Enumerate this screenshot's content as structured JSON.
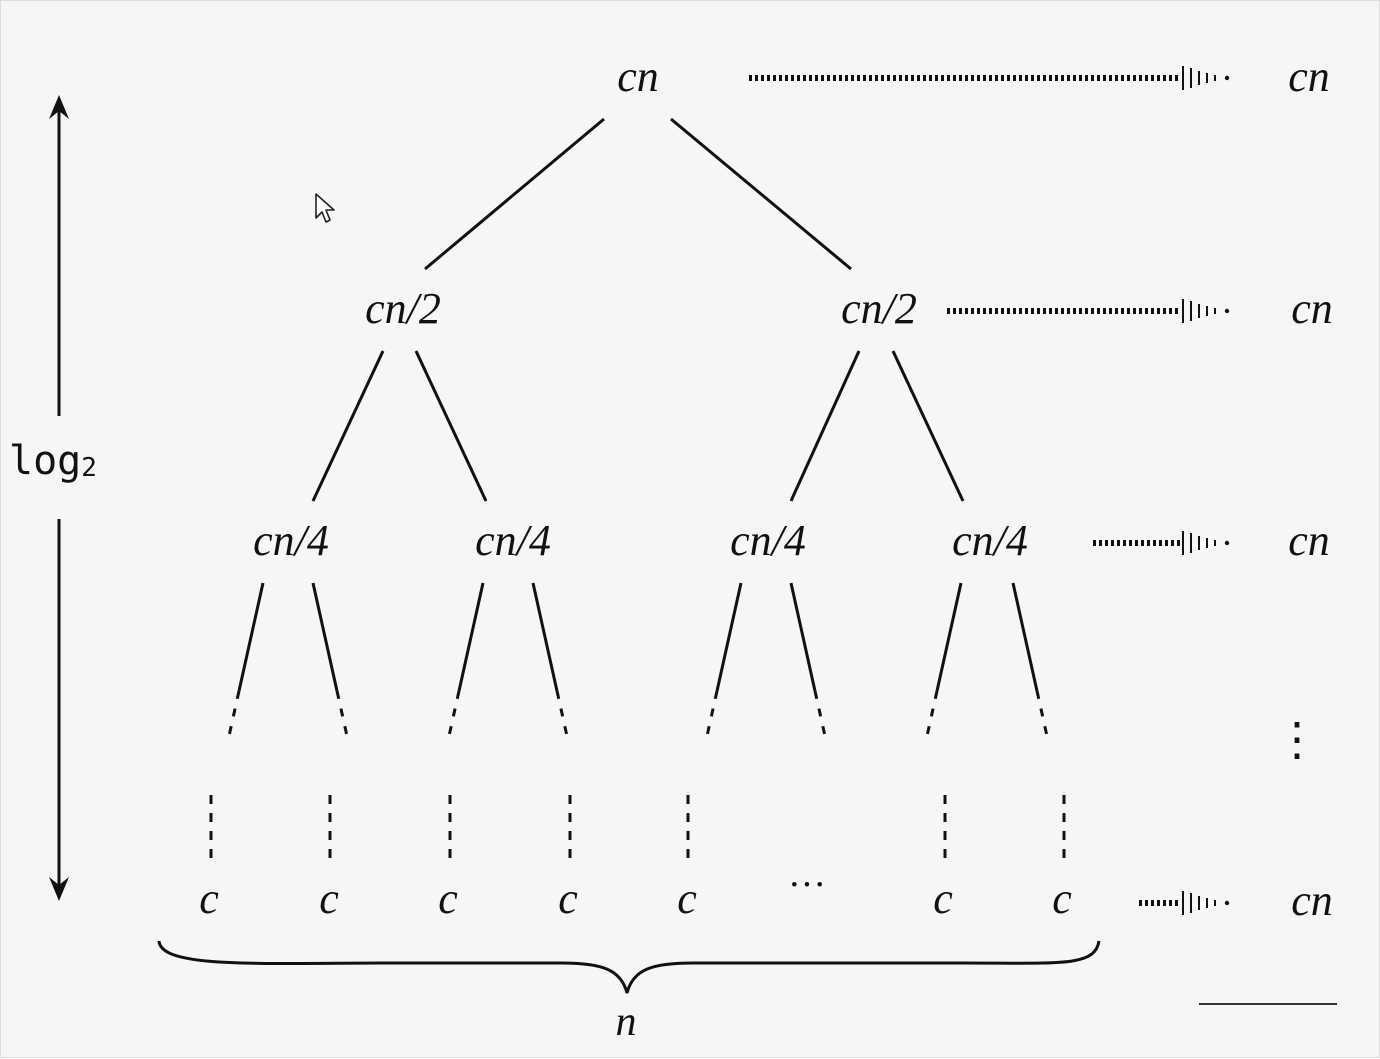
{
  "diagram": {
    "root": "cn",
    "level1": [
      "cn/2",
      "cn/2"
    ],
    "level2": [
      "cn/4",
      "cn/4",
      "cn/4",
      "cn/4"
    ],
    "leaves": [
      "c",
      "c",
      "c",
      "c",
      "c",
      "c",
      "c"
    ],
    "leaf_ellipsis": "···",
    "level_sums": [
      "cn",
      "cn",
      "cn",
      "cn"
    ],
    "sum_vertical_ellipsis": "⋮",
    "height_label": "log",
    "height_label_subscript": "2",
    "width_label": "n"
  },
  "icons": {
    "cursor": "mouse-pointer-icon"
  },
  "colors": {
    "ink": "#111111",
    "background": "#f6f6f6"
  }
}
